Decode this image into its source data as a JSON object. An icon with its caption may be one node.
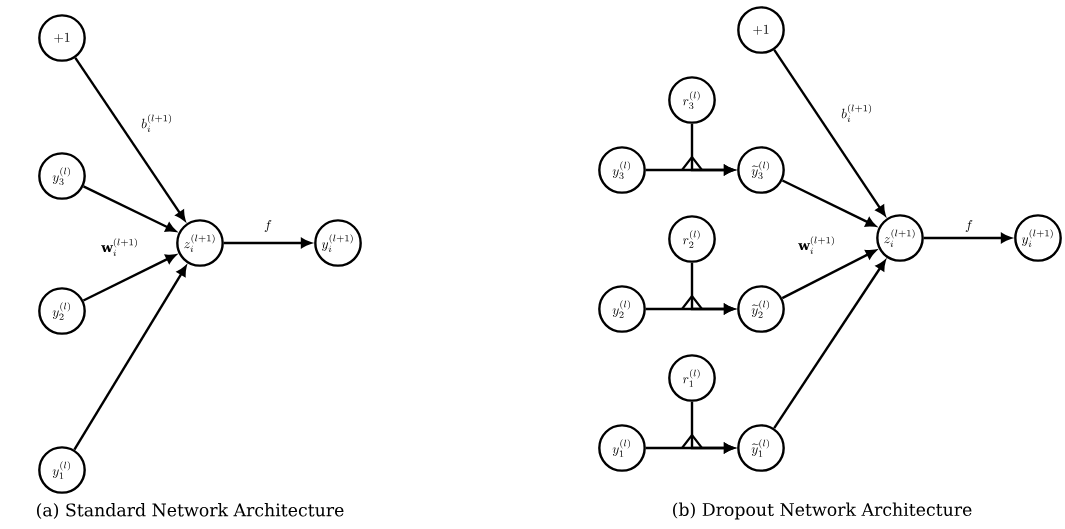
{
  "diagram": {
    "nodes": [
      {
        "text": [
          "+1"
        ]
      },
      {
        "text": [
          "y_3^{(l)}"
        ]
      },
      {
        "text": [
          "y_2^{(l)}"
        ]
      },
      {
        "text": [
          "y_1^{(l)}"
        ]
      },
      {
        "text": [
          "z_i^{(l+1)}"
        ]
      },
      {
        "text": [
          "y_i^{(l+1)}"
        ]
      },
      {
        "text": [
          "+1"
        ]
      },
      {
        "text": [
          "r_3^{(l)}"
        ]
      },
      {
        "text": [
          "y_3^{(l)}"
        ]
      },
      {
        "text": [
          "\\widetilde{y}_3^{(l)}"
        ]
      },
      {
        "text": [
          "r_2^{(l)}"
        ]
      },
      {
        "text": [
          "y_2^{(l)}"
        ]
      },
      {
        "text": [
          "\\widetilde{y}_2^{(l)}"
        ]
      },
      {
        "text": [
          "r_1^{(l)}"
        ]
      },
      {
        "text": [
          "y_1^{(l)}"
        ]
      },
      {
        "text": [
          "\\widetilde{y}_1^{(l)}"
        ]
      },
      {
        "text": [
          "z_i^{(l+1)}"
        ]
      },
      {
        "text": [
          "y_i^{(l+1)}"
        ]
      }
    ],
    "edges": [
      {
        "from": 0,
        "to": 4,
        "arrow": "to",
        "label": "b_i^{(l+1)}"
      },
      {
        "from": 1,
        "to": 4,
        "arrow": "to"
      },
      {
        "from": 2,
        "to": 4,
        "arrow": "to",
        "label": "\\mathbf{w}_i^{(l+1)}"
      },
      {
        "from": 3,
        "to": 4,
        "arrow": "to"
      },
      {
        "from": 4,
        "to": 5,
        "arrow": "to",
        "label": "f"
      },
      {
        "from": 6,
        "to": 16,
        "arrow": "to",
        "label": "b_i^{(l+1)}"
      },
      {
        "from": 8,
        "to": 9,
        "arrow": "to"
      },
      {
        "from": 7,
        "to": 9,
        "arrow": "to"
      },
      {
        "from": 11,
        "to": 12,
        "arrow": "to"
      },
      {
        "from": 10,
        "to": 12,
        "arrow": "to"
      },
      {
        "from": 14,
        "to": 15,
        "arrow": "to"
      },
      {
        "from": 13,
        "to": 15,
        "arrow": "to"
      },
      {
        "from": 9,
        "to": 16,
        "arrow": "to"
      },
      {
        "from": 12,
        "to": 16,
        "arrow": "to",
        "label": "\\mathbf{w}_i^{(l+1)}"
      },
      {
        "from": 15,
        "to": 16,
        "arrow": "to"
      },
      {
        "from": 16,
        "to": 17,
        "arrow": "to",
        "label": "f"
      }
    ],
    "labels": [
      "(a) Standard Network Architecture",
      "(b) Dropout Network Architecture"
    ]
  }
}
